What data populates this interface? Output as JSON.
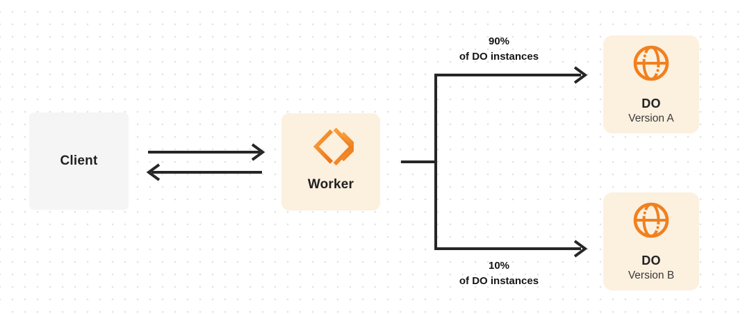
{
  "nodes": {
    "client": {
      "label": "Client"
    },
    "worker": {
      "label": "Worker"
    },
    "do_version_a": {
      "title": "DO",
      "subtitle": "Version A"
    },
    "do_version_b": {
      "title": "DO",
      "subtitle": "Version B"
    }
  },
  "edge_labels": {
    "top": {
      "percent": "90%",
      "caption": "of DO instances"
    },
    "bottom": {
      "percent": "10%",
      "caption": "of DO instances"
    }
  },
  "icons": {
    "worker": "workers-chevron-icon",
    "durable_object": "globe-icon"
  },
  "colors": {
    "orange": "#f0801f",
    "orange_light": "#f59d38",
    "node_cream": "#fcf0df",
    "client_gray": "#f5f5f6",
    "line_dark": "#262626",
    "text_dark": "#1f1f21",
    "dot_grid": "#e3e2e0"
  }
}
